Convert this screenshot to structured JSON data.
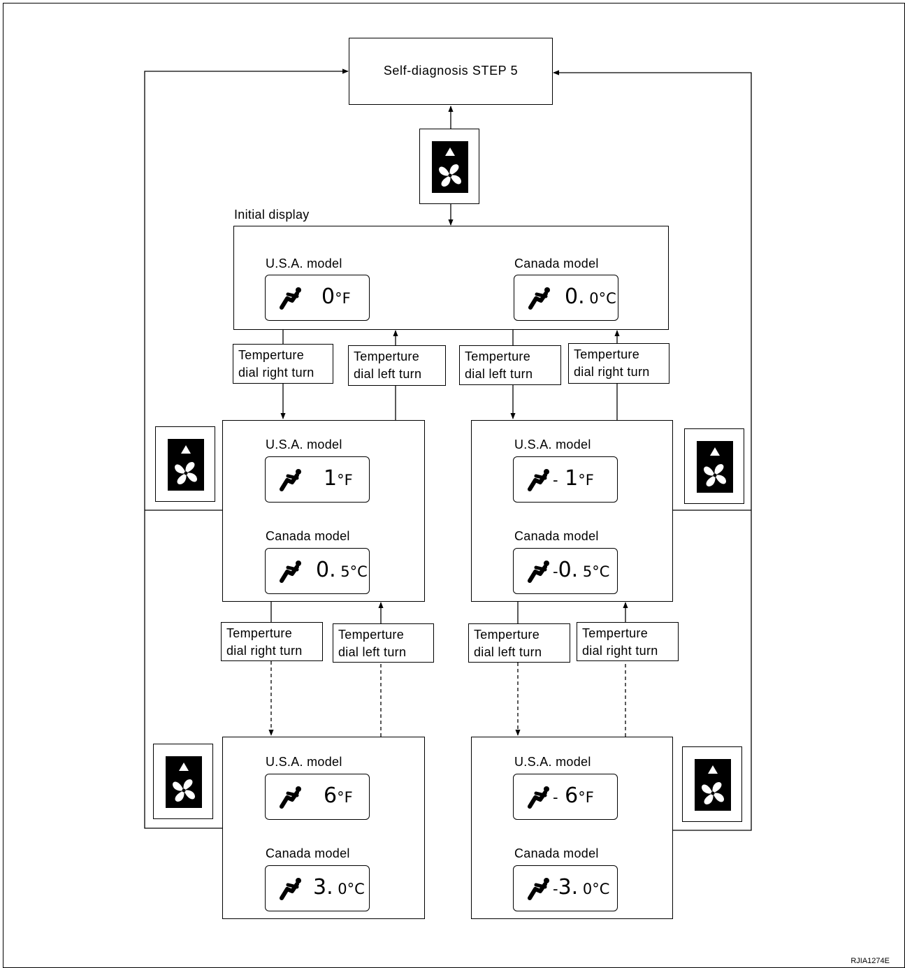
{
  "step_box": {
    "label": "Self-diagnosis STEP 5"
  },
  "initial_display_label": "Initial display",
  "models": {
    "usa": "U.S.A. model",
    "canada": "Canada model"
  },
  "dial": {
    "line1": "Temperture",
    "right_turn": "dial right turn",
    "left_turn": "dial left turn"
  },
  "displays": {
    "initial": {
      "usa": {
        "sign": "",
        "main": "0",
        "unit": "°F"
      },
      "canada": {
        "sign": "",
        "main": "0.",
        "dec": " 0",
        "unit": "°C"
      }
    },
    "left_mid": {
      "usa": {
        "sign": "",
        "main": "1",
        "unit": "°F"
      },
      "canada": {
        "sign": "",
        "main": "0.",
        "dec": " 5",
        "unit": "°C"
      }
    },
    "right_mid": {
      "usa": {
        "sign": "-",
        "main": "1",
        "unit": "°F"
      },
      "canada": {
        "sign": "-",
        "main": "0.",
        "dec": " 5",
        "unit": "°C"
      }
    },
    "left_bottom": {
      "usa": {
        "sign": "",
        "main": "6",
        "unit": "°F"
      },
      "canada": {
        "sign": "",
        "main": "3.",
        "dec": " 0",
        "unit": "°C"
      }
    },
    "right_bottom": {
      "usa": {
        "sign": "-",
        "main": "6",
        "unit": "°F"
      },
      "canada": {
        "sign": "-",
        "main": "3.",
        "dec": " 0",
        "unit": "°C"
      }
    }
  },
  "icons": {
    "fan_switch": "fan-up-switch-icon",
    "seat": "seated-person-icon"
  },
  "figure_code": "RJIA1274E"
}
